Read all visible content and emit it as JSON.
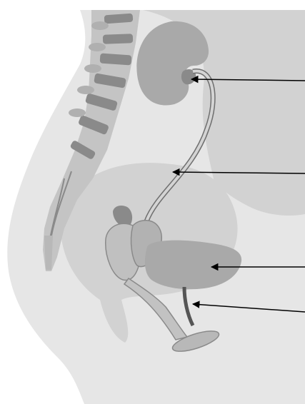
{
  "diagram": {
    "colors": {
      "background": "#ffffff",
      "body": "#e6e6e6",
      "inner_cavity": "#d4d4d4",
      "organ": "#a9a9a9",
      "organ_dark": "#8a8a8a",
      "bone": "#c2c2c2",
      "bone_dark": "#7f7f7f",
      "ureter": "#c8c8c8",
      "pointer": "#000000"
    },
    "structures": [
      {
        "name": "kidney"
      },
      {
        "name": "ureter"
      },
      {
        "name": "bladder"
      },
      {
        "name": "urethra"
      },
      {
        "name": "spine"
      },
      {
        "name": "uterus"
      },
      {
        "name": "rectum"
      },
      {
        "name": "vagina"
      }
    ],
    "pointers": [
      {
        "target": "kidney",
        "label": ""
      },
      {
        "target": "ureter",
        "label": ""
      },
      {
        "target": "bladder",
        "label": ""
      },
      {
        "target": "urethra",
        "label": ""
      }
    ]
  }
}
